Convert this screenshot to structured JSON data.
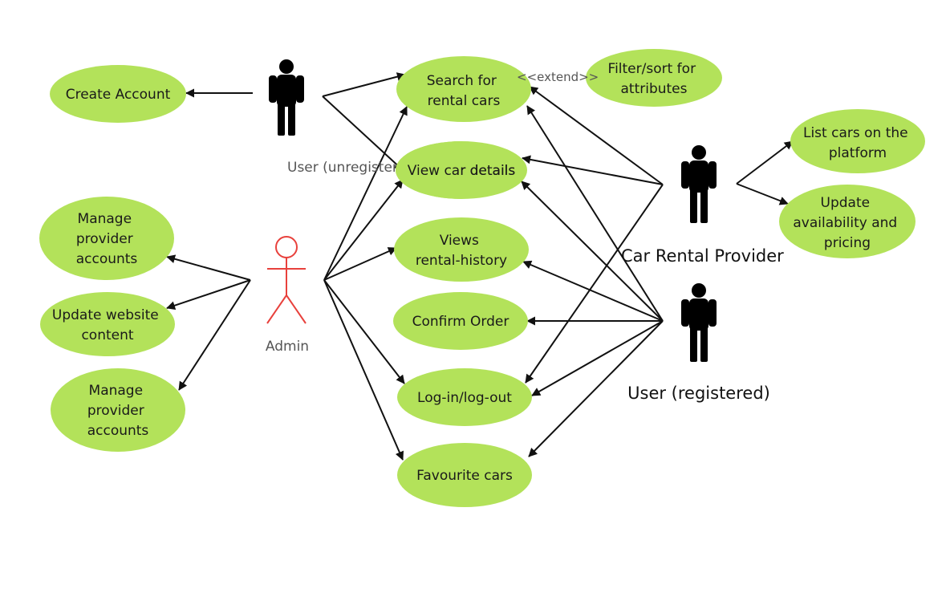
{
  "actors": {
    "unregistered": {
      "label": "User (unregistered)"
    },
    "admin": {
      "label": "Admin"
    },
    "provider": {
      "label": "Car Rental Provider"
    },
    "registered": {
      "label": "User (registered)"
    }
  },
  "use_cases": {
    "create_account": [
      "Create Account"
    ],
    "search": [
      "Search for",
      "rental cars"
    ],
    "filter_sort": [
      "Filter/sort for",
      "attributes"
    ],
    "view_details": [
      "View car details"
    ],
    "views_history": [
      "Views",
      "rental-history"
    ],
    "confirm_order": [
      "Confirm Order"
    ],
    "login": [
      "Log-in/log-out"
    ],
    "favourites": [
      "Favourite cars"
    ],
    "manage_provider_1": [
      "Manage",
      "provider",
      "accounts"
    ],
    "update_website": [
      "Update website",
      "content"
    ],
    "manage_provider_2": [
      "Manage",
      "provider",
      "accounts"
    ],
    "list_cars": [
      "List cars on the",
      "platform"
    ],
    "update_availability": [
      "Update",
      "availability and",
      "pricing"
    ]
  },
  "relations": {
    "extend_label": "<<extend>>"
  },
  "colors": {
    "use_case_fill": "#b3e25a",
    "admin_actor": "#e8413c",
    "actor": "#000000"
  }
}
